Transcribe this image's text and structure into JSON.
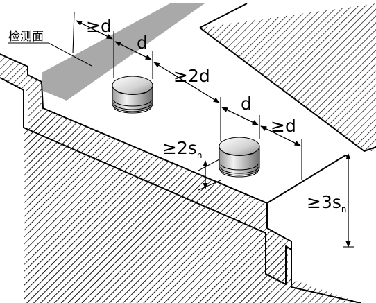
{
  "labels": {
    "surface": "检测面",
    "gap_edge": "≥d",
    "diameter_1": "d",
    "spacing": "≥2d",
    "diameter_2": "d",
    "gap_step": "≥d",
    "thickness_main": "≥2s",
    "thickness_main_sub": "n",
    "thickness_step": "≥3s",
    "thickness_step_sub": "n"
  },
  "colors": {
    "surface_band": "#a9a9a9",
    "line": "#000000",
    "background": "#ffffff"
  }
}
